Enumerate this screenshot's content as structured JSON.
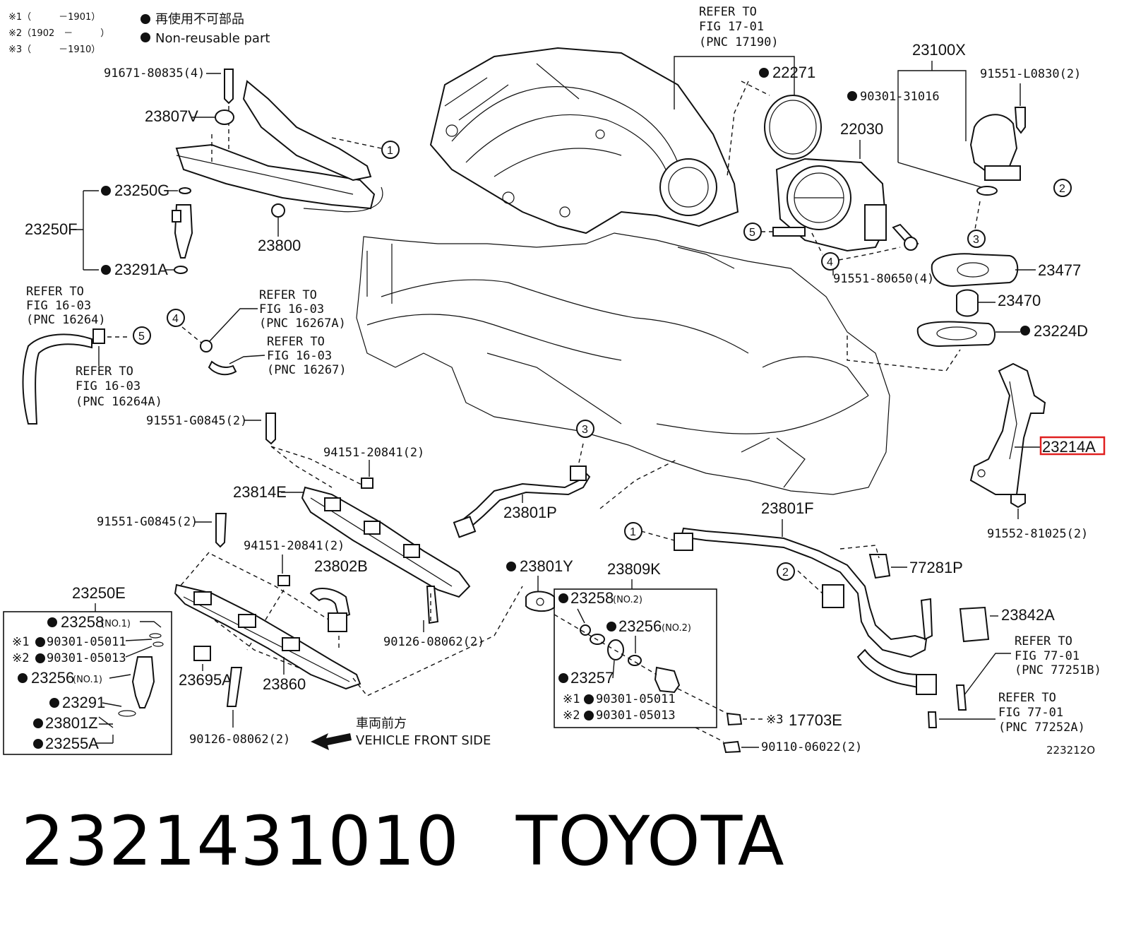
{
  "legend": {
    "notes": [
      "※1（　　　－1901）",
      "※2（1902　－　　　）",
      "※3（　　　－1910）"
    ],
    "nonreusable_jp": "再使用不可部品",
    "nonreusable_en": "Non-reusable part"
  },
  "refs": {
    "fig17": [
      "REFER TO",
      "FIG 17-01",
      "(PNC 17190)"
    ],
    "fig16a": [
      "REFER TO",
      "FIG 16-03",
      "(PNC 16264)"
    ],
    "fig16b": [
      "REFER TO",
      "FIG 16-03",
      "(PNC 16264A)"
    ],
    "fig16c": [
      "REFER TO",
      "FIG 16-03",
      "(PNC 16267A)"
    ],
    "fig16d": [
      "REFER TO",
      "FIG 16-03",
      "(PNC 16267)"
    ],
    "fig77a": [
      "REFER TO",
      "FIG 77-01",
      "(PNC 77251B)"
    ],
    "fig77b": [
      "REFER TO",
      "FIG 77-01",
      "(PNC 77252A)"
    ]
  },
  "labels": {
    "l91671": "91671-80835(4)",
    "l23807V": "23807V",
    "l23250G": "23250G",
    "l23250F": "23250F",
    "l23291A": "23291A",
    "l23800": "23800",
    "l22271": "22271",
    "l23100X": "23100X",
    "l90301_31016": "90301-31016",
    "l91551L": "91551-L0830(2)",
    "l22030": "22030",
    "l91551_80650": "91551-80650(4)",
    "l23477": "23477",
    "l23470": "23470",
    "l23224D": "23224D",
    "l23214A": "23214A",
    "l91552": "91552-81025(2)",
    "l91551G1": "91551-G0845(2)",
    "l94151a": "94151-20841(2)",
    "l23814E": "23814E",
    "l23801P": "23801P",
    "l23801F": "23801F",
    "l91551G2": "91551-G0845(2)",
    "l94151b": "94151-20841(2)",
    "l23802B": "23802B",
    "l23801Y": "23801Y",
    "l23809K": "23809K",
    "l77281P": "77281P",
    "l23842A": "23842A",
    "l23250E": "23250E",
    "l23258a": "23258",
    "no1": "(NO.1)",
    "n1_90301": "90301-05011",
    "n2_90301": "90301-05013",
    "l23256a": "23256",
    "l23291": "23291",
    "l23801Z": "23801Z",
    "l23255A": "23255A",
    "l23695A": "23695A",
    "l23860": "23860",
    "l90126a": "90126-08062(2)",
    "l90126b": "90126-08062(2)",
    "l23258b": "23258",
    "no2": "(NO.2)",
    "l23256b": "23256",
    "l23257": "23257",
    "b1_90301": "90301-05011",
    "b2_90301": "90301-05013",
    "l17703E": "17703E",
    "l90110": "90110-06022(2)",
    "mark1": "※1",
    "mark2": "※2",
    "mark3": "※3",
    "front_jp": "車両前方",
    "front_en": "VEHICLE FRONT SIDE",
    "fig_no": "223212O"
  },
  "callouts": [
    "1",
    "2",
    "3",
    "4",
    "5"
  ],
  "caption": {
    "part_number": "2321431010",
    "brand": "TOYOTA"
  },
  "colors": {
    "highlight": "#e02020",
    "ink": "#111111"
  }
}
